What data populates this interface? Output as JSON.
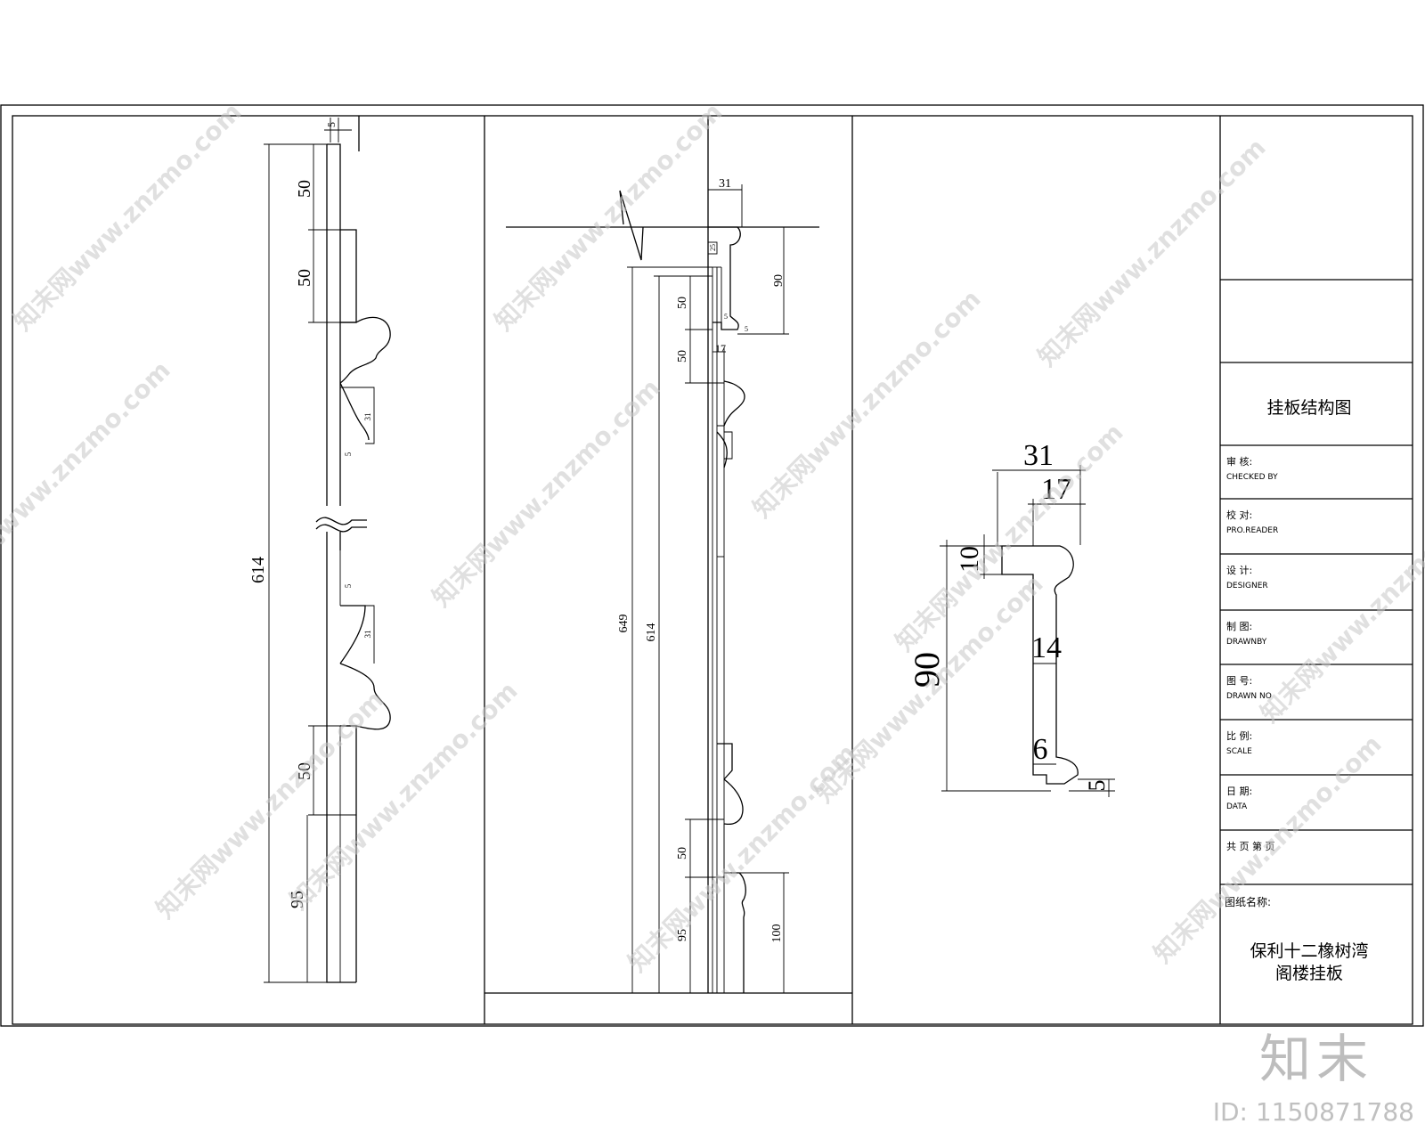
{
  "drawing": {
    "title": "挂板结构图",
    "project_label": "图纸名称:",
    "project_name_line1": "保利十二橡树湾",
    "project_name_line2": "阁楼挂板"
  },
  "title_block": [
    {
      "label": "审    核:",
      "sub": "CHECKED BY"
    },
    {
      "label": "校    对:",
      "sub": "PRO.READER"
    },
    {
      "label": "设    计:",
      "sub": "DESIGNER"
    },
    {
      "label": "制    图:",
      "sub": "DRAWNBY"
    },
    {
      "label": "图    号:",
      "sub": "DRAWN NO"
    },
    {
      "label": "比    例:",
      "sub": "SCALE"
    },
    {
      "label": "日    期:",
      "sub": "DATA"
    },
    {
      "label": "共    页  第    页",
      "sub": ""
    }
  ],
  "panel1": {
    "total": "614",
    "d_top1": "50",
    "d_top2": "50",
    "d_bot1": "50",
    "d_bot2": "95",
    "d_a": "31",
    "d_b": "5",
    "d_c": "31",
    "d_d": "5",
    "d_top": "5"
  },
  "panel2": {
    "overall": "649",
    "total": "614",
    "top_w": "31",
    "top_h": "90",
    "d1": "50",
    "d2": "50",
    "d3": "17",
    "d4": "50",
    "d5": "95",
    "d6": "100",
    "d7": "25",
    "d8": "5",
    "d9": "5"
  },
  "panel3": {
    "w_total": "31",
    "w_inner": "17",
    "h_top": "10",
    "h_total": "90",
    "w_mid": "14",
    "w_bot": "6",
    "h_bot": "5"
  },
  "watermark": {
    "text": "知末网www.znzmo.com"
  },
  "corner": {
    "logo": "知末",
    "id": "ID: 1150871788"
  }
}
